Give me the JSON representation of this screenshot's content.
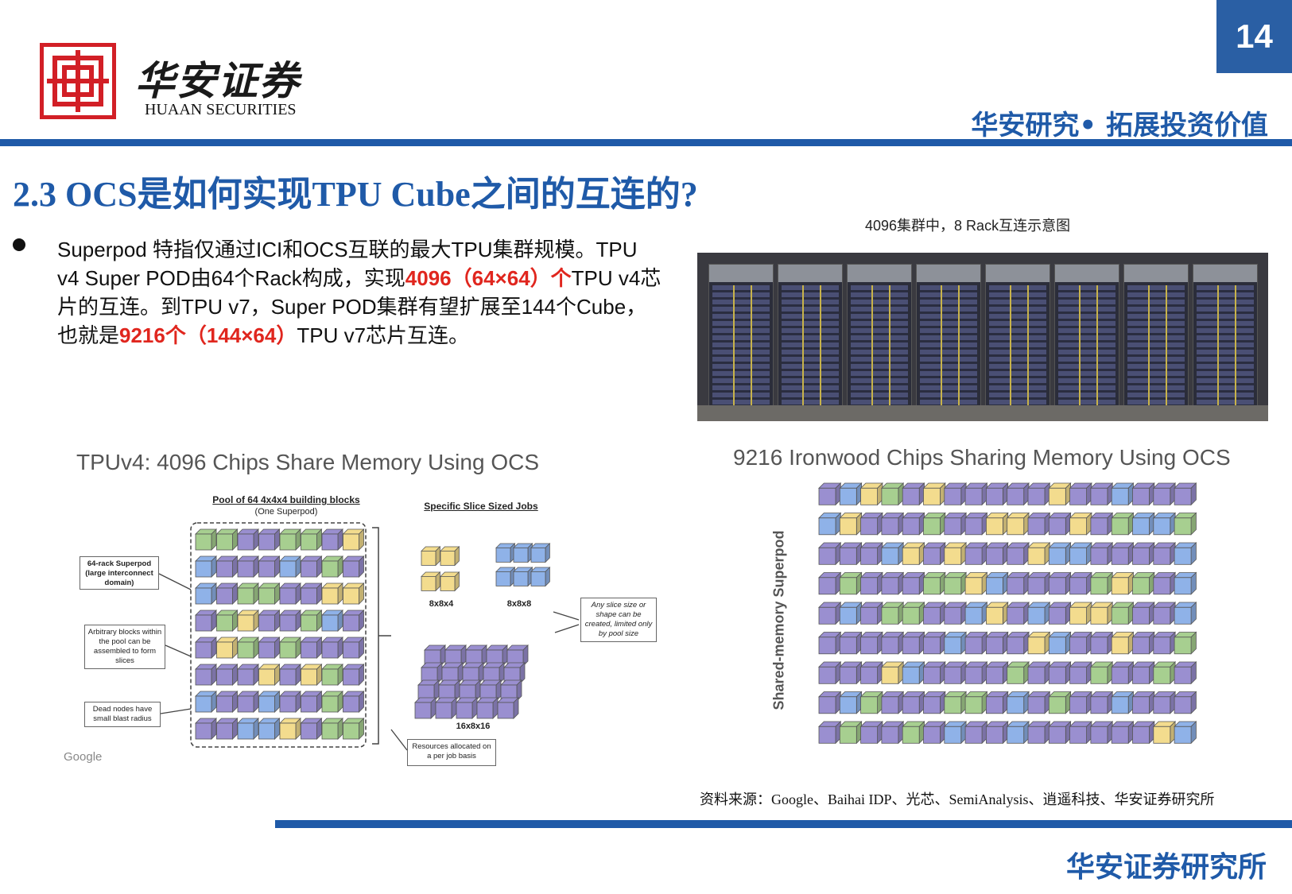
{
  "header": {
    "brand_cn": "华安证券",
    "brand_en": "HUAAN SECURITIES",
    "page_number": "14",
    "slogan": "华安研究• 拓展投资价值"
  },
  "title": "2.3 OCS是如何实现TPU Cube之间的互连的?",
  "paragraph": {
    "p1": "Superpod 特指仅通过ICI和OCS互联的最大TPU集群规模。TPU v4 Super POD由64个Rack构成，实现",
    "h1": "4096（64×64）个",
    "p2": "TPU v4芯片的互连。到TPU v7，Super POD集群有望扩展至144个Cube，也就是",
    "h2": "9216个（144×64）",
    "p3": "TPU v7芯片互连。"
  },
  "photo": {
    "caption": "4096集群中，8 Rack互连示意图"
  },
  "diagram1": {
    "title": "TPUv4: 4096 Chips Share Memory Using OCS",
    "pool_heading": "Pool of 64 4x4x4 building blocks",
    "pool_sub": "(One Superpod)",
    "jobs_heading": "Specific Slice Sized Jobs",
    "label_8x8x4": "8x8x4",
    "label_8x8x8": "8x8x8",
    "label_16x8x16": "16x8x16",
    "note_superpod": "64-rack Superpod (large interconnect domain)",
    "note_arbitrary": "Arbitrary blocks within the pool can be assembled to form slices",
    "note_dead": "Dead nodes have small blast radius",
    "note_any": "Any slice size or shape can be created, limited only by pool size",
    "note_resources": "Resources allocated on a per job basis",
    "google": "Google"
  },
  "diagram2": {
    "title": "9216 Ironwood Chips Sharing Memory Using OCS",
    "axis_label": "Shared-memory Superpod"
  },
  "colors": {
    "purple": "#9a8fd0",
    "green": "#a7cf90",
    "blue": "#8fb2e8",
    "yellow": "#f3dc8e",
    "brand_blue": "#1f5aa8",
    "accent_red": "#e0261e"
  },
  "source": "资料来源：Google、Baihai IDP、光芯、SemiAnalysis、逍遥科技、华安证券研究所",
  "footer": "华安证券研究所"
}
